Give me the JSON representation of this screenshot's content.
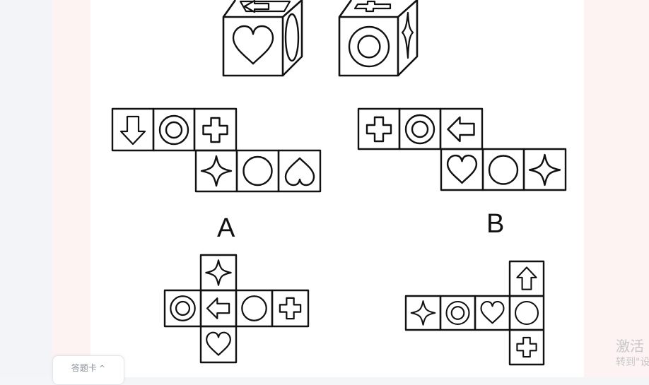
{
  "question": {
    "cubes": [
      {
        "front": "heart-icon",
        "top": "arrow-left-icon",
        "right": "ellipse-icon"
      },
      {
        "front": "ring-icon",
        "top": "cross-icon",
        "right": "star-icon"
      }
    ],
    "options": [
      {
        "label": "A",
        "faces": [
          "arrow-down-icon",
          "ring-icon",
          "cross-icon",
          "star-icon",
          "circle-icon",
          "heart-icon"
        ]
      },
      {
        "label": "B",
        "faces": [
          "cross-icon",
          "ring-icon",
          "arrow-left-icon",
          "heart-icon",
          "circle-icon",
          "star-icon"
        ]
      },
      {
        "label": "",
        "faces": [
          "star-icon",
          "ring-icon",
          "arrow-left-icon",
          "circle-icon",
          "cross-icon",
          "heart-icon"
        ]
      },
      {
        "label": "",
        "faces": [
          "arrow-up-icon",
          "star-icon",
          "ring-icon",
          "heart-icon",
          "circle-icon",
          "cross-icon"
        ]
      }
    ]
  },
  "answer_card": {
    "label": "答题卡",
    "icon": "chevron-up-icon"
  },
  "watermark": {
    "title": "激活",
    "subtitle": "转到\"设"
  },
  "colors": {
    "page_bg": "#f4f5f7",
    "side_strip": "#fdf3f3",
    "content_bg": "#ffffff",
    "stroke": "#111111"
  }
}
